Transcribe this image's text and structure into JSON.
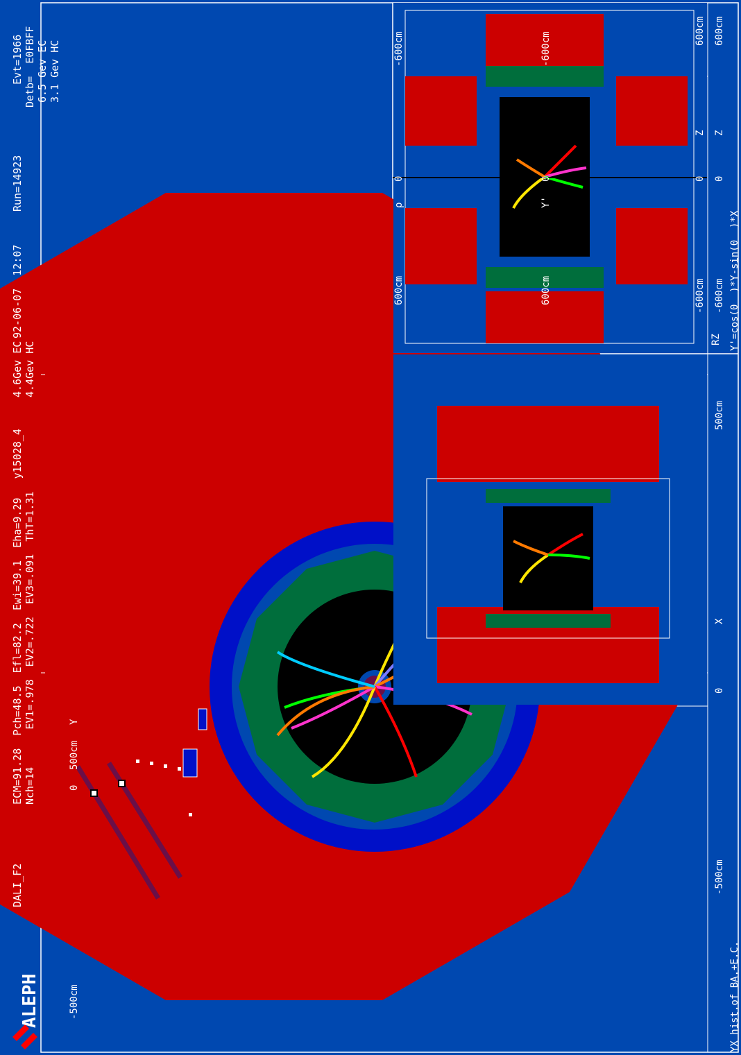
{
  "header": {
    "logo_text": "ALEPH",
    "program": "DALI_F2",
    "line1": "ECM=91.28  Pch=48.5  Efl=82.2  Ewi=39.1  Eha=9.29   y15028_4",
    "line2": "Nch=14      EV1=.978  EV2=.722  EV3=.091  ThT=1.31",
    "legend_ec": "4.6Gev EC",
    "legend_hc": "4.4Gev HC"
  },
  "rz_header": {
    "date": "92-06-07  12:07",
    "run": "Run=14923",
    "evt": "Evt=1966",
    "detb": "Detb=  E0FBFF",
    "legend_ec": "6.5 Gev EC",
    "legend_hc": "3.1 Gev HC"
  },
  "main_view": {
    "footer": "YX hist.of BA.+E.C.",
    "x_axis": {
      "label": "X",
      "neg": "-500cm",
      "zero": "0",
      "pos": "500cm"
    },
    "y_axis": {
      "label": "Y",
      "neg": "-500cm",
      "zero": "0",
      "pos": "500cm"
    }
  },
  "rz_view": {
    "tag": "RZ",
    "z_axis": {
      "label": "Z",
      "neg": "-600cm",
      "zero": "0",
      "pos": "600cm"
    },
    "rho_axis": {
      "label": "ρ",
      "neg": "-600cm",
      "zero": "0",
      "pos": "600cm"
    }
  },
  "yz_view": {
    "footer": "Y'=cos(0  )*Y-sin(0  )*X",
    "z_axis": {
      "label": "Z",
      "neg": "-600cm",
      "zero": "0",
      "pos": "600cm"
    },
    "y_axis": {
      "label": "Y'",
      "neg": "-600cm",
      "zero": "0",
      "pos": "600cm"
    }
  },
  "colors": {
    "background": "#0048b0",
    "hcal": "#cc0000",
    "ecal": "#006e3c",
    "coil": "#0010c8",
    "tpc": "#000000",
    "muon": "#6a0f48"
  }
}
